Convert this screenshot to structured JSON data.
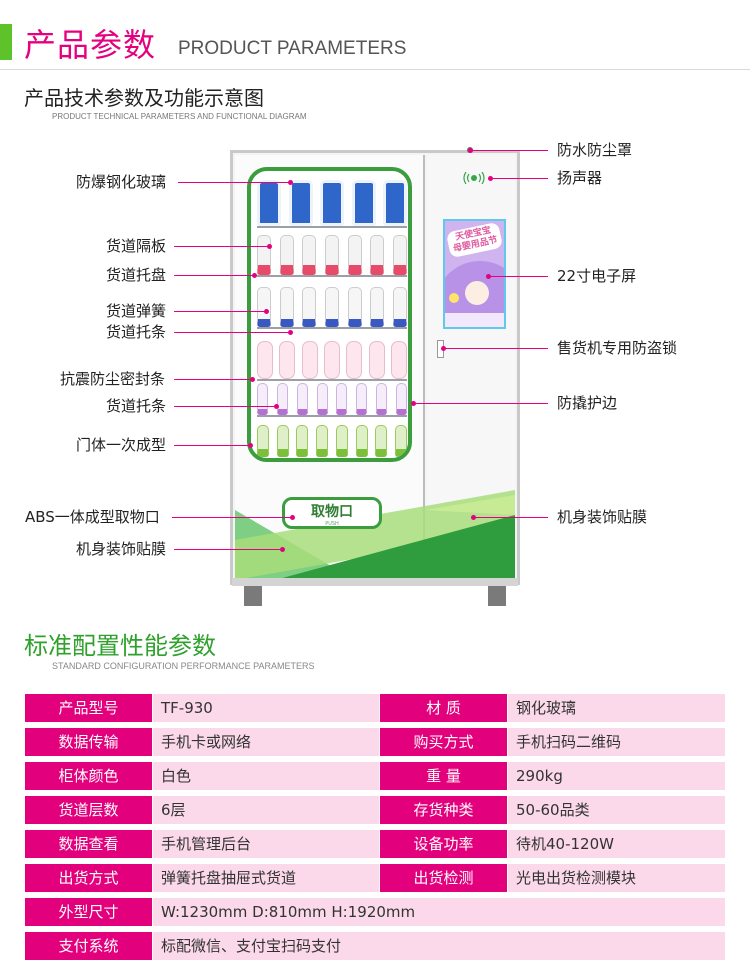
{
  "header": {
    "title_cn": "产品参数",
    "title_en": "PRODUCT PARAMETERS"
  },
  "diagram": {
    "title_cn": "产品技术参数及功能示意图",
    "title_en": "PRODUCT TECHNICAL PARAMETERS AND FUNCTIONAL DIAGRAM",
    "pickup_cn": "取物口",
    "pickup_en": "PUSH",
    "screen_text_1": "天使宝宝",
    "screen_text_2": "母婴用品节",
    "left_labels": [
      "防爆钢化玻璃",
      "货道隔板",
      "货道托盘",
      "货道弹簧",
      "货道托条",
      "抗震防尘密封条",
      "货道托条",
      "门体一次成型",
      "ABS一体成型取物口",
      "机身装饰贴膜"
    ],
    "right_labels": [
      "防水防尘罩",
      "扬声器",
      "22寸电子屏",
      "售货机专用防盗锁",
      "防撬护边",
      "机身装饰贴膜"
    ]
  },
  "specs": {
    "title_cn": "标准配置性能参数",
    "title_en": "STANDARD CONFIGURATION PERFORMANCE PARAMETERS",
    "rows": [
      {
        "l1": "产品型号",
        "v1": "TF-930",
        "l2": "材 质",
        "v2": "钢化玻璃"
      },
      {
        "l1": "数据传输",
        "v1": "手机卡或网络",
        "l2": "购买方式",
        "v2": "手机扫码二维码"
      },
      {
        "l1": "柜体颜色",
        "v1": "白色",
        "l2": "重 量",
        "v2": "290kg"
      },
      {
        "l1": "货道层数",
        "v1": "6层",
        "l2": "存货种类",
        "v2": "50-60品类"
      },
      {
        "l1": "数据查看",
        "v1": "手机管理后台",
        "l2": "设备功率",
        "v2": "待机40-120W"
      },
      {
        "l1": "出货方式",
        "v1": "弹簧托盘抽屉式货道",
        "l2": "出货检测",
        "v2": "光电出货检测模块"
      },
      {
        "l1": "外型尺寸",
        "v1": "W:1230mm  D:810mm  H:1920mm"
      },
      {
        "l1": "支付系统",
        "v1": "标配微信、支付宝扫码支付"
      }
    ]
  },
  "colors": {
    "accent": "#e5007f",
    "green": "#3c9d3f",
    "label_bg": "#e2007d",
    "value_bg": "#fbd9ea"
  }
}
